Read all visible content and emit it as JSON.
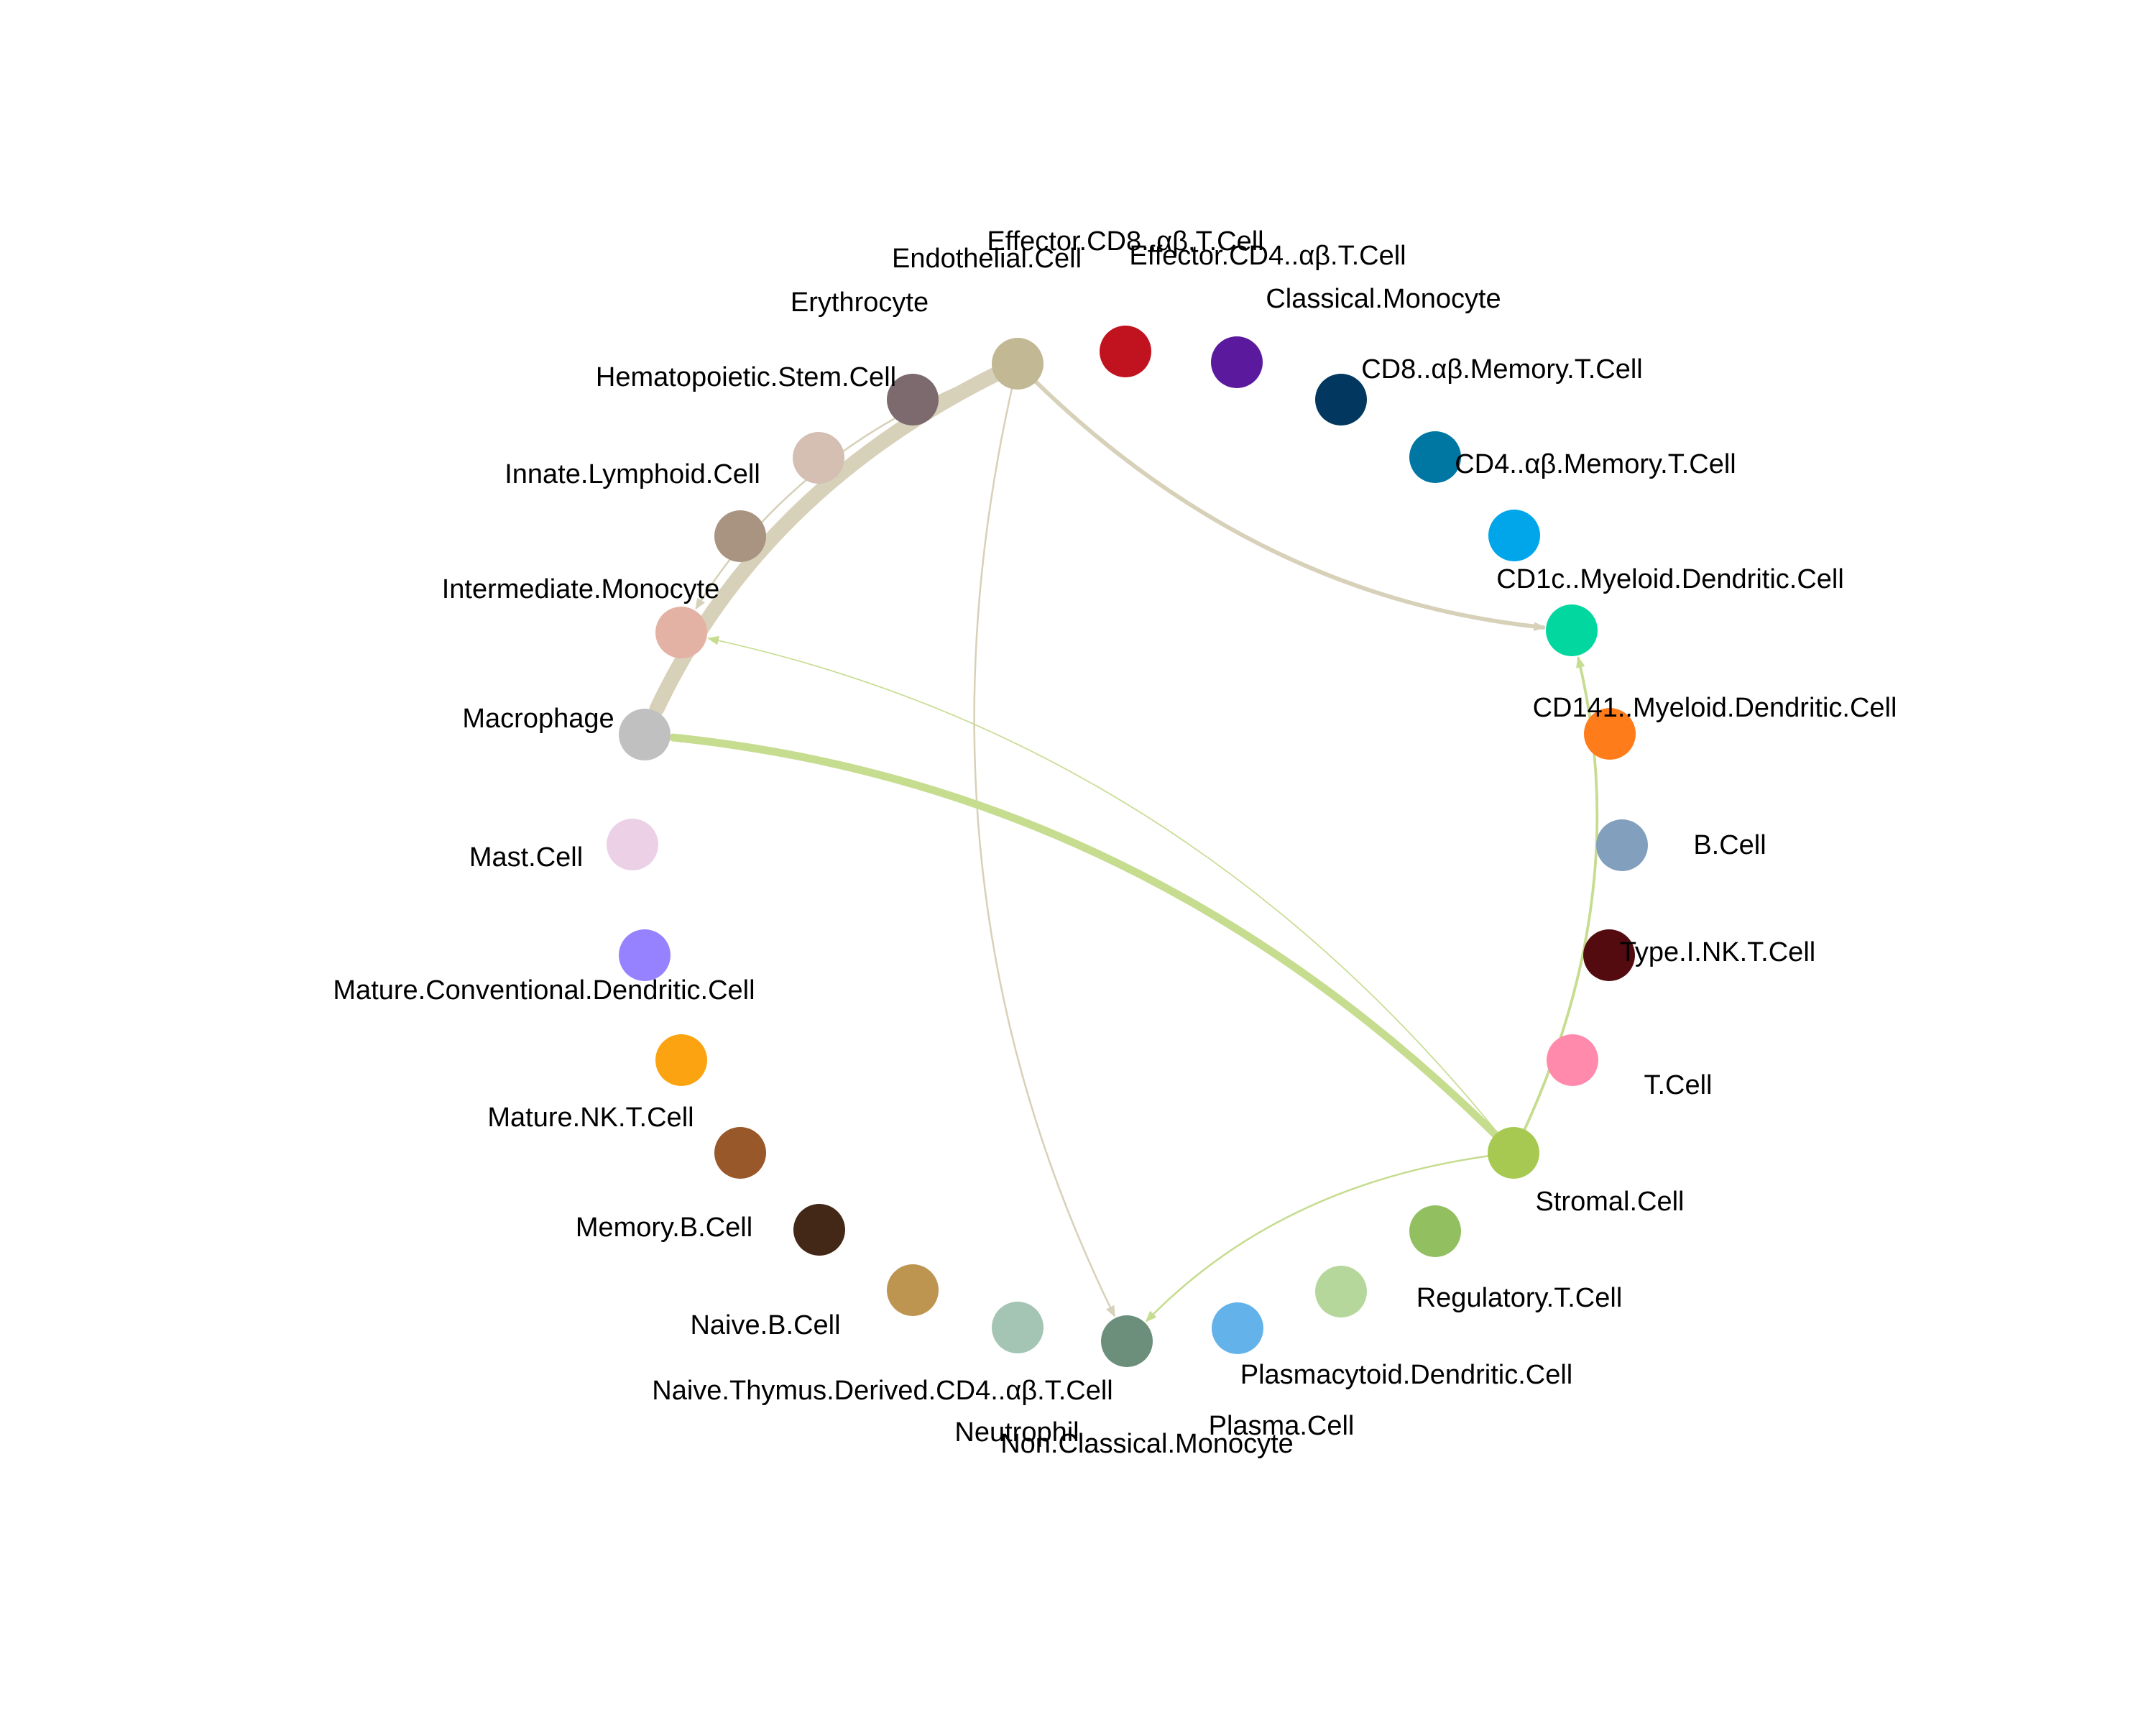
{
  "diagram": {
    "type": "cell-communication-network",
    "nodes": [
      {
        "id": "Effector.CD8..αβ.T.Cell",
        "label": "Effector.CD8..αβ.T.Cell",
        "color": "#c1121f"
      },
      {
        "id": "Effector.CD4..αβ.T.Cell",
        "label": "Effector.CD4..αβ.T.Cell",
        "color": "#5b1a9e"
      },
      {
        "id": "Classical.Monocyte",
        "label": "Classical.Monocyte",
        "color": "#02375f"
      },
      {
        "id": "CD8..αβ.Memory.T.Cell",
        "label": "CD8..αβ.Memory.T.Cell",
        "color": "#0077a3"
      },
      {
        "id": "CD4..αβ.Memory.T.Cell",
        "label": "CD4..αβ.Memory.T.Cell",
        "color": "#00a6e9"
      },
      {
        "id": "CD1c..Myeloid.Dendritic.Cell",
        "label": "CD1c..Myeloid.Dendritic.Cell",
        "color": "#02d7a0"
      },
      {
        "id": "CD141..Myeloid.Dendritic.Cell",
        "label": "CD141..Myeloid.Dendritic.Cell",
        "color": "#ff7c1a"
      },
      {
        "id": "B.Cell",
        "label": "B.Cell",
        "color": "#82a0bd"
      },
      {
        "id": "Type.I.NK.T.Cell",
        "label": "Type.I.NK.T.Cell",
        "color": "#530b10"
      },
      {
        "id": "T.Cell",
        "label": "T.Cell",
        "color": "#ff8aab"
      },
      {
        "id": "Stromal.Cell",
        "label": "Stromal.Cell",
        "color": "#a7c952"
      },
      {
        "id": "Regulatory.T.Cell",
        "label": "Regulatory.T.Cell",
        "color": "#92c060"
      },
      {
        "id": "Plasmacytoid.Dendritic.Cell",
        "label": "Plasmacytoid.Dendritic.Cell",
        "color": "#b5d79c"
      },
      {
        "id": "Plasma.Cell",
        "label": "Plasma.Cell",
        "color": "#63b2ea"
      },
      {
        "id": "Non.Classical.Monocyte",
        "label": "Non.Classical.Monocyte",
        "color": "#6c8f7c"
      },
      {
        "id": "Neutrophil",
        "label": "Neutrophil",
        "color": "#a4c4b4"
      },
      {
        "id": "Naive.Thymus.Derived.CD4..αβ.T.Cell",
        "label": "Naive.Thymus.Derived.CD4..αβ.T.Cell",
        "color": "#bd9551"
      },
      {
        "id": "Naive.B.Cell",
        "label": "Naive.B.Cell",
        "color": "#432818"
      },
      {
        "id": "Memory.B.Cell",
        "label": "Memory.B.Cell",
        "color": "#99582a"
      },
      {
        "id": "Mature.NK.T.Cell",
        "label": "Mature.NK.T.Cell",
        "color": "#fca311"
      },
      {
        "id": "Mature.Conventional.Dendritic.Cell",
        "label": "Mature.Conventional.Dendritic.Cell",
        "color": "#9682ff"
      },
      {
        "id": "Mast.Cell",
        "label": "Mast.Cell",
        "color": "#ecd0e6"
      },
      {
        "id": "Macrophage",
        "label": "Macrophage",
        "color": "#c0c0c0"
      },
      {
        "id": "Intermediate.Monocyte",
        "label": "Intermediate.Monocyte",
        "color": "#e3b2a4"
      },
      {
        "id": "Innate.Lymphoid.Cell",
        "label": "Innate.Lymphoid.Cell",
        "color": "#a99381"
      },
      {
        "id": "Hematopoietic.Stem.Cell",
        "label": "Hematopoietic.Stem.Cell",
        "color": "#d5bfb3"
      },
      {
        "id": "Erythrocyte",
        "label": "Erythrocyte",
        "color": "#7d6a6e"
      },
      {
        "id": "Endothelial.Cell",
        "label": "Endothelial.Cell",
        "color": "#c2b894"
      }
    ],
    "edges": [
      {
        "source": "Endothelial.Cell",
        "target": "Macrophage",
        "weight": 5
      },
      {
        "source": "Endothelial.Cell",
        "target": "CD1c..Myeloid.Dendritic.Cell",
        "weight": 1.4
      },
      {
        "source": "Endothelial.Cell",
        "target": "Intermediate.Monocyte",
        "weight": 0.6
      },
      {
        "source": "Endothelial.Cell",
        "target": "Non.Classical.Monocyte",
        "weight": 0.6
      },
      {
        "source": "Stromal.Cell",
        "target": "Macrophage",
        "weight": 2.6
      },
      {
        "source": "Stromal.Cell",
        "target": "Intermediate.Monocyte",
        "weight": 0.4
      },
      {
        "source": "Stromal.Cell",
        "target": "CD1c..Myeloid.Dendritic.Cell",
        "weight": 0.9
      },
      {
        "source": "Stromal.Cell",
        "target": "Non.Classical.Monocyte",
        "weight": 0.6
      }
    ]
  }
}
